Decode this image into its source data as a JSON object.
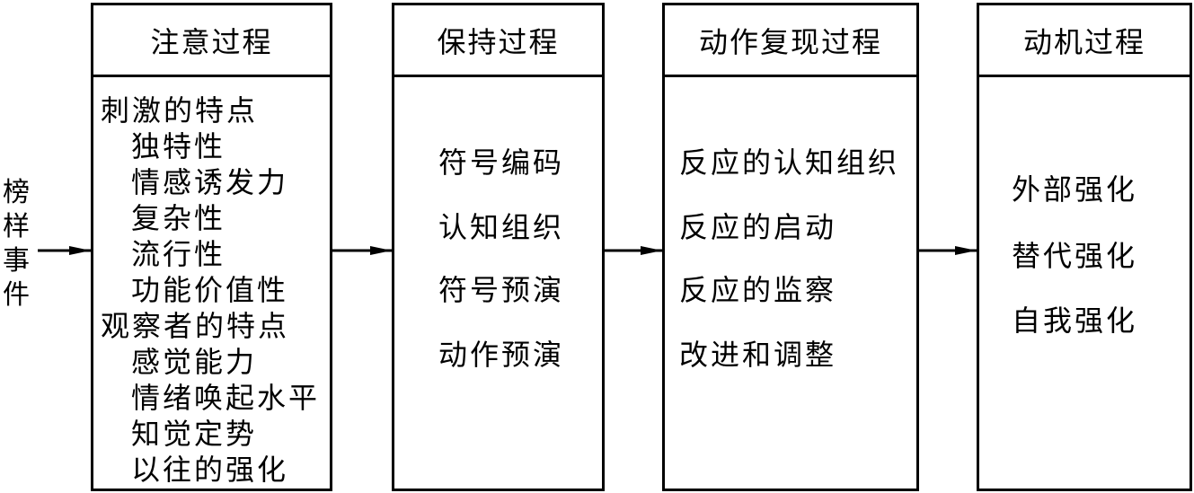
{
  "source": {
    "chars": [
      "榜",
      "样",
      "事",
      "件"
    ]
  },
  "processes": [
    {
      "title": "注意过程",
      "items": [
        "刺激的特点",
        "独特性",
        "情感诱发力",
        "复杂性",
        "流行性",
        "功能价值性",
        "观察者的特点",
        "感觉能力",
        "情绪唤起水平",
        "知觉定势",
        "以往的强化"
      ]
    },
    {
      "title": "保持过程",
      "items": [
        "符号编码",
        "认知组织",
        "符号预演",
        "动作预演"
      ]
    },
    {
      "title": "动作复现过程",
      "items": [
        "反应的认知组织",
        "反应的启动",
        "反应的监察",
        "改进和调整"
      ]
    },
    {
      "title": "动机过程",
      "items": [
        "外部强化",
        "替代强化",
        "自我强化"
      ]
    }
  ]
}
